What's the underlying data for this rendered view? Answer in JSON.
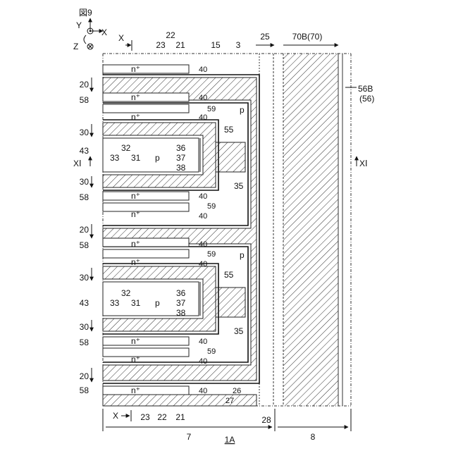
{
  "figure_title": "図9",
  "axes": {
    "y": "Y",
    "x": "X",
    "z": "Z"
  },
  "section_marks": {
    "x_top": "X",
    "x_bottom": "X",
    "xi_left": "XⅠ",
    "xi_right": "XⅠ"
  },
  "top_labels": {
    "l22": "22",
    "l23": "23",
    "l21": "21",
    "l15": "15",
    "l3": "3",
    "l25": "25",
    "l70b": "70B(70)",
    "l40": "40"
  },
  "right_labels": {
    "l56b": "56B",
    "l56": "(56)"
  },
  "left_labels": {
    "l20a": "20",
    "l58a": "58",
    "l30a": "30",
    "l43a": "43",
    "l30b": "30",
    "l58b": "58",
    "l20b": "20",
    "l58c": "58",
    "l30c": "30",
    "l43b": "43",
    "l30d": "30",
    "l58d": "58",
    "l20c": "20",
    "l58e": "58"
  },
  "inner_labels": {
    "l32a": "32",
    "l33a": "33",
    "l31a": "31",
    "l36a": "36",
    "l37a": "37",
    "l38a": "38",
    "l32b": "32",
    "l33b": "33",
    "l31b": "31",
    "l36b": "36",
    "l37b": "37",
    "l38b": "38",
    "l40": "40",
    "l59": "59",
    "l55a": "55",
    "l55b": "55",
    "l35a": "35",
    "l35b": "35",
    "l26": "26",
    "l27": "27",
    "l28": "28",
    "l23b": "23",
    "l22b": "22",
    "l21b": "21"
  },
  "regions": {
    "p": "p",
    "n_plus": "n⁺"
  },
  "bottom_labels": {
    "l7": "7",
    "l1a": "1A",
    "l8": "8"
  }
}
